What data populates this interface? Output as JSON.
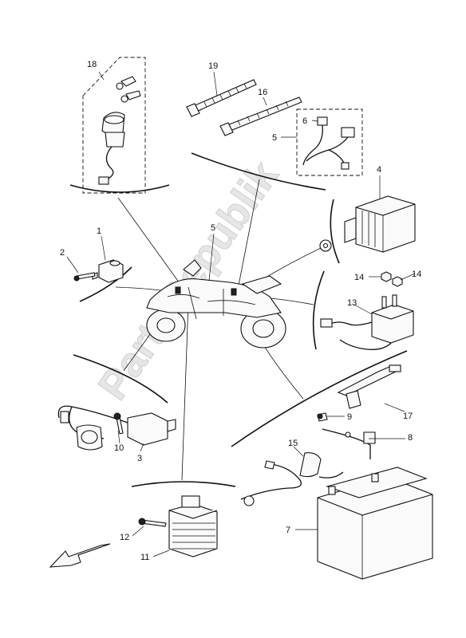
{
  "watermark": "PartsRepublik",
  "callouts": {
    "c1": "1",
    "c2": "2",
    "c3": "3",
    "c4": "4",
    "c5a": "5",
    "c5b": "5",
    "c6": "6",
    "c7": "7",
    "c8": "8",
    "c9": "9",
    "c10": "10",
    "c11": "11",
    "c12": "12",
    "c13": "13",
    "c14a": "14",
    "c14b": "14",
    "c15": "15",
    "c16": "16",
    "c17": "17",
    "c18": "18",
    "c19": "19"
  },
  "colors": {
    "ink": "#111111",
    "paper": "#ffffff",
    "watermark": "#e6e6e6"
  },
  "icons": {
    "front_arrow": "arrow-down-left-icon",
    "gear": "gear-icon"
  }
}
